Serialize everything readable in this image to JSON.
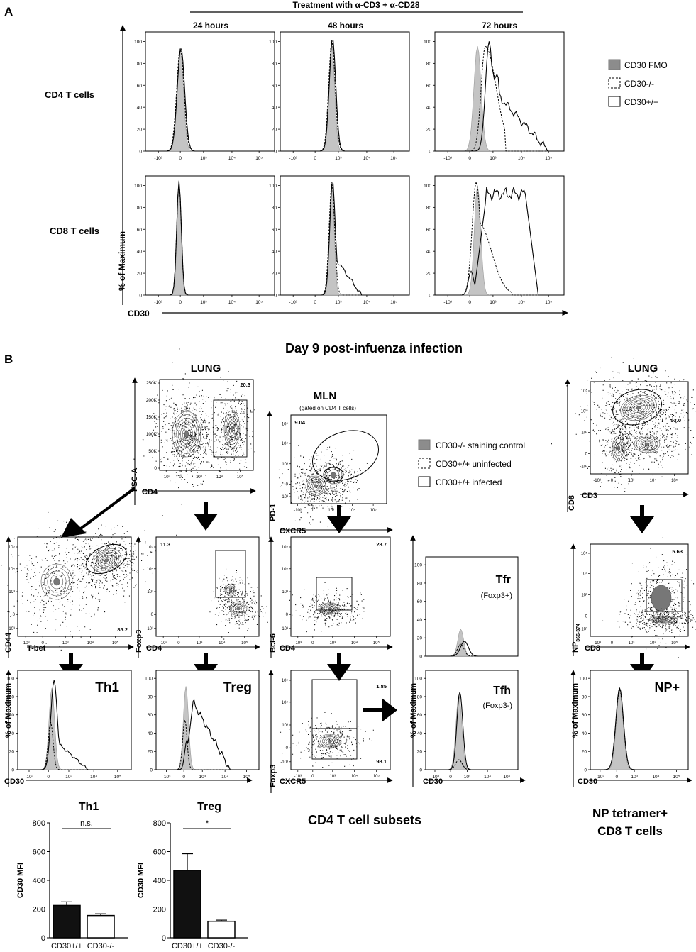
{
  "panel_a": {
    "letter": "A",
    "treatment": "Treatment with α-CD3 + α-CD28",
    "times": [
      "24 hours",
      "48 hours",
      "72 hours"
    ],
    "rows": [
      "CD4 T cells",
      "CD8 T cells"
    ],
    "y_axis": "% of Maximum",
    "x_axis": "CD30",
    "y_ticks": [
      "0",
      "20",
      "40",
      "60",
      "80",
      "100"
    ],
    "legend": [
      "CD30 FMO",
      "CD30-/-",
      "CD30+/+"
    ]
  },
  "panel_b": {
    "letter": "B",
    "title": "Day 9 post-infuenza infection",
    "lung_left": "LUNG",
    "lung_right": "LUNG",
    "mln": "MLN",
    "mln_sub": "(gated on CD4 T cells)",
    "legend": [
      "CD30-/- staining control",
      "CD30+/+ uninfected",
      "CD30+/+ infected"
    ],
    "fsc_ticks": [
      "250K",
      "200K",
      "150K",
      "100K",
      "50K",
      "0"
    ],
    "labels": {
      "fsc": "FSC-A",
      "cd4": "CD4",
      "pd1": "PD-1",
      "cxcr5": "CXCR5",
      "cd8": "CD8",
      "cd3": "CD3",
      "cd44": "CD44",
      "tbet": "T-bet",
      "foxp3": "Foxp3",
      "bcl6": "Bcl-6",
      "np": "NP",
      "np_sub": "366-374",
      "cd30": "CD30",
      "pct_max": "% of Maximum"
    },
    "gate_values": {
      "lung_cd4": "20.3",
      "mln_pd1": "9.04",
      "lung_cd8": "53.0",
      "cd44_tbet": "85.2",
      "foxp3": "11.3",
      "bcl6": "28.7",
      "np": "5.63",
      "tfr_gate": "1.85",
      "tfh_gate": "98.1"
    },
    "subsets": {
      "th1": "Th1",
      "treg": "Treg",
      "tfr": "Tfr",
      "tfr_sub": "(Foxp3+)",
      "tfh": "Tfh",
      "tfh_sub": "(Foxp3-)",
      "np_plus": "NP+"
    },
    "footer_cd4": "CD4 T cell subsets",
    "footer_np": [
      "NP tetramer+",
      "CD8 T cells"
    ]
  },
  "chart_data": [
    {
      "type": "bar",
      "title": "Th1",
      "ylabel": "CD30 MFI",
      "categories": [
        "CD30+/+",
        "CD30-/-"
      ],
      "values": [
        225,
        155
      ],
      "errors": [
        25,
        12
      ],
      "ylim": [
        0,
        800
      ],
      "yticks": [
        0,
        200,
        400,
        600,
        800
      ],
      "significance": "n.s.",
      "colors": [
        "#111111",
        "#ffffff"
      ]
    },
    {
      "type": "bar",
      "title": "Treg",
      "ylabel": "CD30 MFI",
      "categories": [
        "CD30+/+",
        "CD30-/-"
      ],
      "values": [
        470,
        115
      ],
      "errors": [
        115,
        8
      ],
      "ylim": [
        0,
        800
      ],
      "yticks": [
        0,
        200,
        400,
        600,
        800
      ],
      "significance": "*",
      "colors": [
        "#111111",
        "#ffffff"
      ]
    }
  ]
}
